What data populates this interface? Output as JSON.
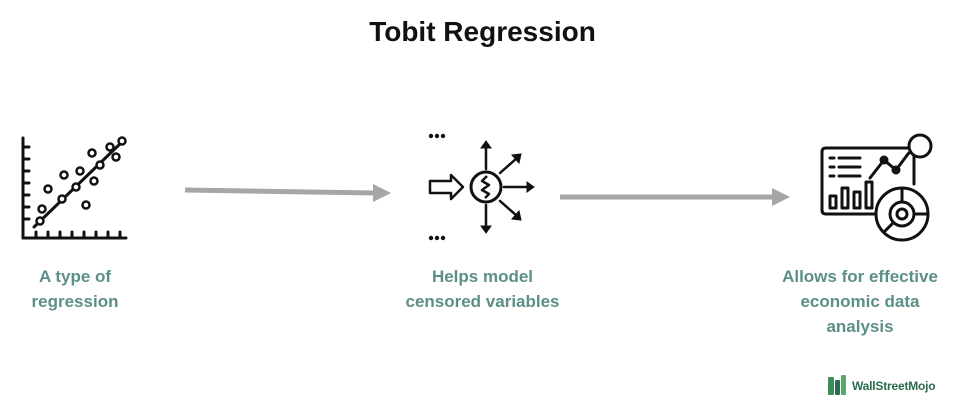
{
  "title": "Tobit Regression",
  "steps": [
    {
      "label_lines": [
        "A type of",
        "regression"
      ],
      "icon": "scatter-regression-icon"
    },
    {
      "label_lines": [
        "Helps model",
        "censored variables"
      ],
      "icon": "input-output-process-icon"
    },
    {
      "label_lines": [
        "Allows for effective",
        "economic data",
        "analysis"
      ],
      "icon": "data-dashboard-icon"
    }
  ],
  "brand": {
    "name": "WallStreetMojo"
  },
  "colors": {
    "label": "#5b8f87",
    "arrow": "#a6a6a6",
    "icon": "#111111",
    "title": "#111111"
  }
}
